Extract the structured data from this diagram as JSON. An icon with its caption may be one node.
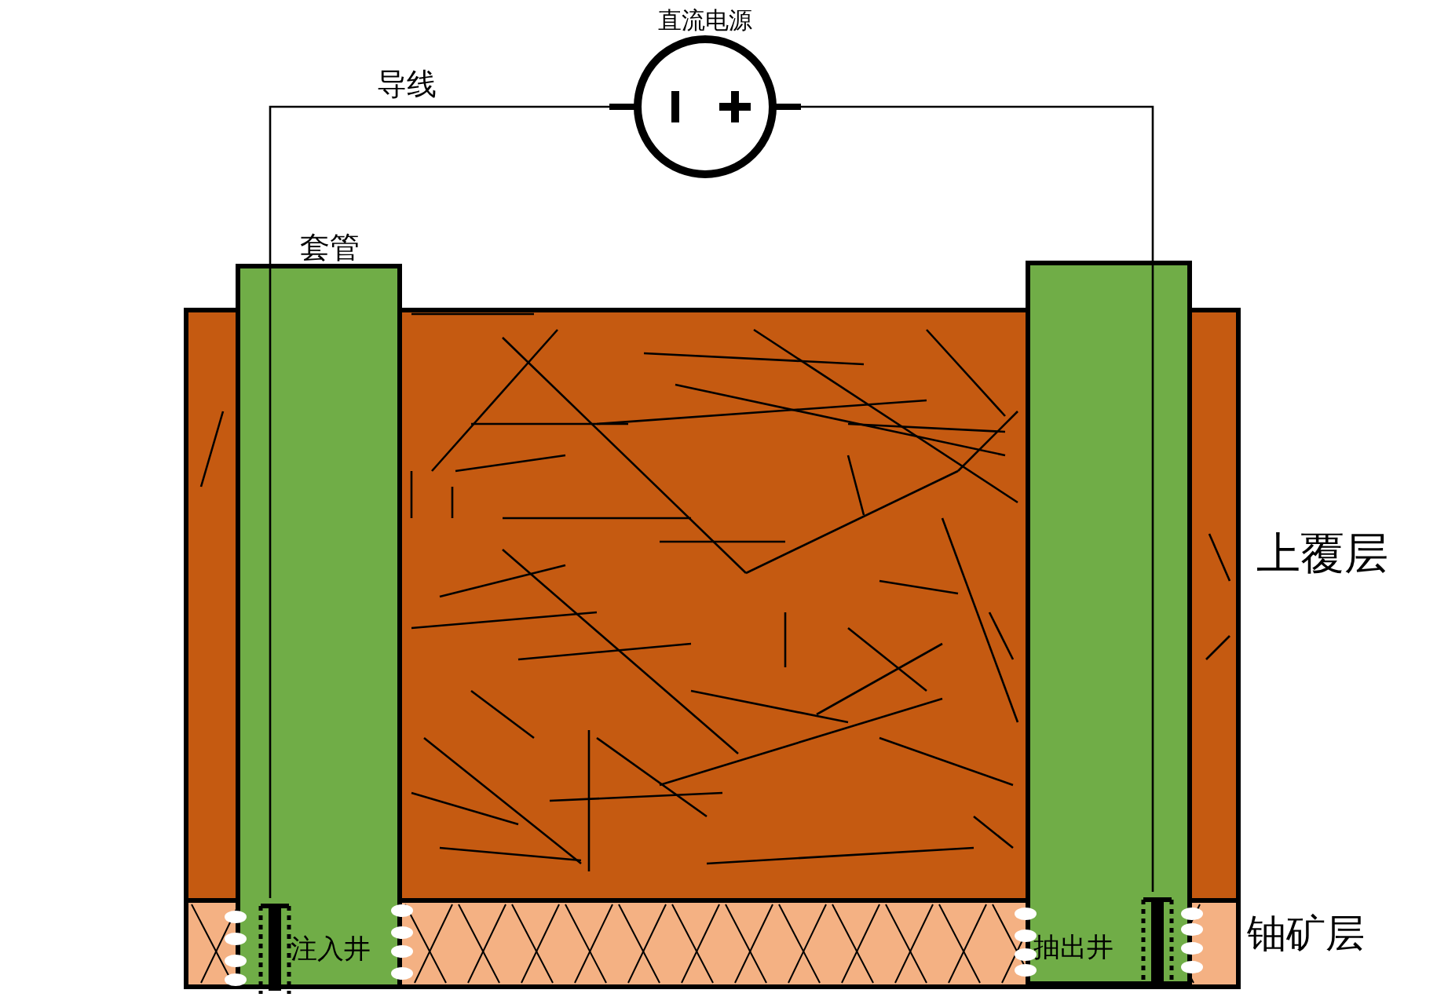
{
  "diagram": {
    "nodes": [
      {
        "text": [
          "直流电源"
        ]
      },
      {
        "text": [
          "套管",
          "注入井"
        ]
      },
      {
        "text": [
          "抽出井"
        ]
      },
      {
        "text": [],
        "shape": "bar",
        "in": 1
      },
      {
        "text": [],
        "shape": "bar",
        "in": 2
      }
    ],
    "edges": [
      {
        "from": 0,
        "to": 3,
        "arrow": "none",
        "label": "导线"
      },
      {
        "from": 0,
        "to": 4,
        "arrow": "none"
      }
    ],
    "labels": [
      "上覆层",
      "铀矿层"
    ]
  }
}
